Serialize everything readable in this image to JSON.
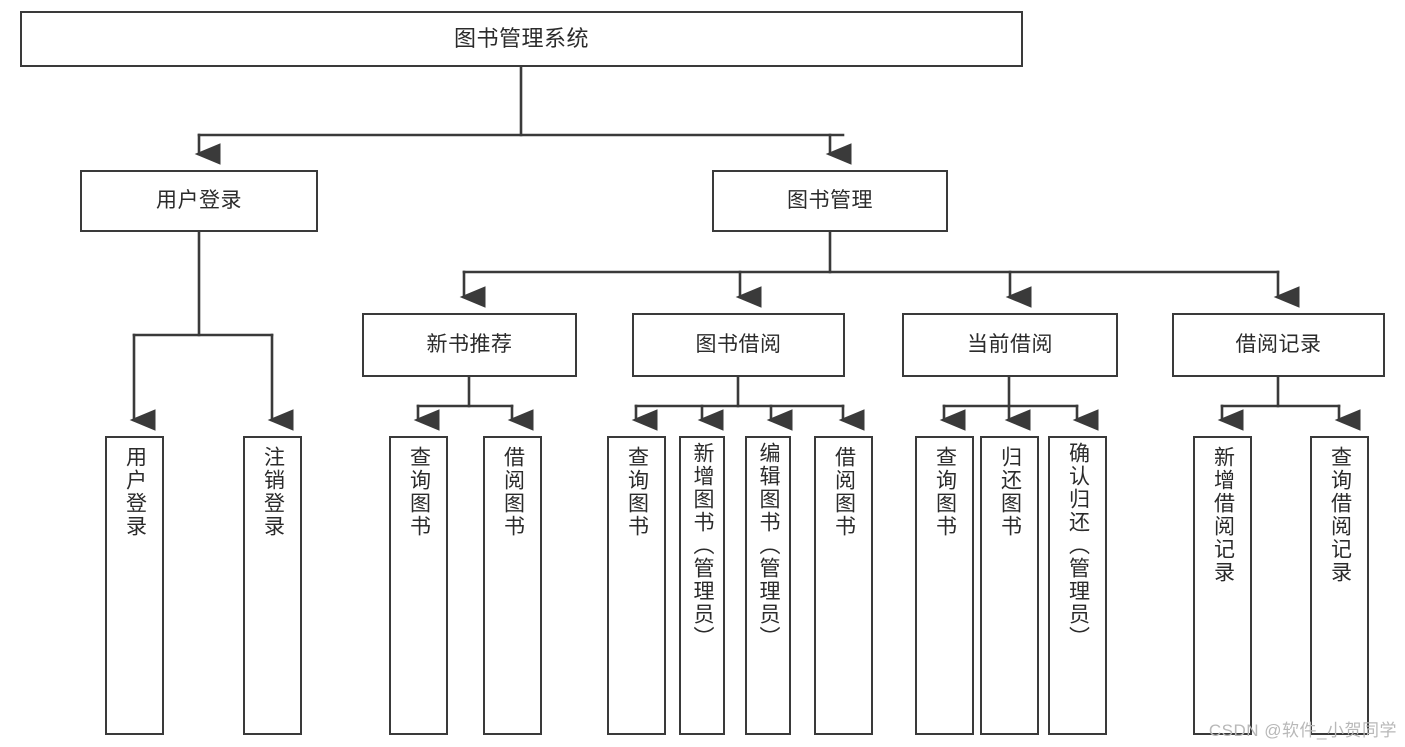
{
  "diagram": {
    "title": "图书管理系统",
    "type": "tree",
    "stroke_color": "#3a3a3a",
    "background_color": "#ffffff",
    "text_color": "#2b2b2b",
    "root": {
      "id": "root",
      "label": "图书管理系统"
    },
    "level2": [
      {
        "id": "user-login",
        "label": "用户登录"
      },
      {
        "id": "book-manage",
        "label": "图书管理"
      }
    ],
    "level3": [
      {
        "id": "new-book-recommend",
        "label": "新书推荐",
        "parent": "book-manage"
      },
      {
        "id": "book-borrow",
        "label": "图书借阅",
        "parent": "book-manage"
      },
      {
        "id": "current-borrow",
        "label": "当前借阅",
        "parent": "book-manage"
      },
      {
        "id": "borrow-record",
        "label": "借阅记录",
        "parent": "book-manage"
      }
    ],
    "leaves": [
      {
        "id": "leaf-user-login",
        "label": "用户登录",
        "parent": "user-login"
      },
      {
        "id": "leaf-user-logout",
        "label": "注销登录",
        "parent": "user-login"
      },
      {
        "id": "leaf-query-book-1",
        "label": "查询图书",
        "parent": "new-book-recommend"
      },
      {
        "id": "leaf-borrow-book-1",
        "label": "借阅图书",
        "parent": "new-book-recommend"
      },
      {
        "id": "leaf-query-book-2",
        "label": "查询图书",
        "parent": "book-borrow"
      },
      {
        "id": "leaf-add-book",
        "label": "新增图书（管理员）",
        "parent": "book-borrow"
      },
      {
        "id": "leaf-edit-book",
        "label": "编辑图书（管理员）",
        "parent": "book-borrow"
      },
      {
        "id": "leaf-borrow-book-2",
        "label": "借阅图书",
        "parent": "book-borrow"
      },
      {
        "id": "leaf-query-book-3",
        "label": "查询图书",
        "parent": "current-borrow"
      },
      {
        "id": "leaf-return-book",
        "label": "归还图书",
        "parent": "current-borrow"
      },
      {
        "id": "leaf-confirm-return",
        "label": "确认归还（管理员）",
        "parent": "current-borrow"
      },
      {
        "id": "leaf-add-record",
        "label": "新增借阅记录",
        "parent": "borrow-record"
      },
      {
        "id": "leaf-query-record",
        "label": "查询借阅记录",
        "parent": "borrow-record"
      }
    ]
  },
  "watermark": {
    "text": "CSDN @软件_小贺同学"
  }
}
